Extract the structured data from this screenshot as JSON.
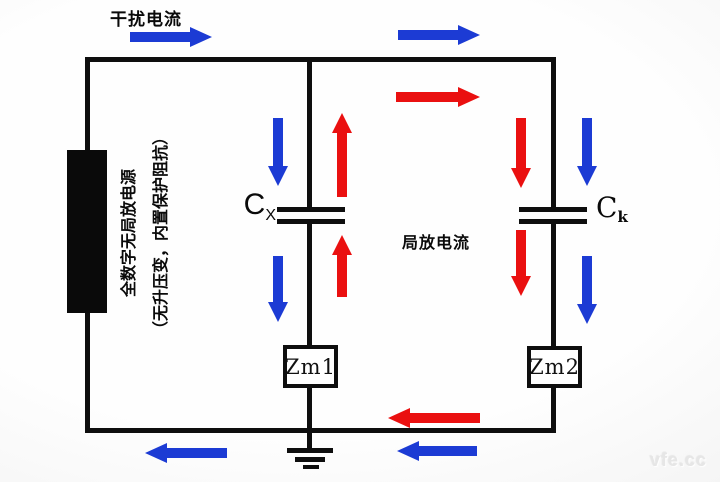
{
  "colors": {
    "wire": "#0e0e0e",
    "blue": "#1c3bd4",
    "red": "#ea1010",
    "background": "#f2f2f2",
    "watermark": "#e6e6e6"
  },
  "labels": {
    "interference_current": "干扰电流",
    "pd_current": "局放电流",
    "source_line1": "全数字无局放电源",
    "source_line2": "（无升压变，内置保护阻抗）",
    "cap_x_main": "C",
    "cap_x_sub": "X",
    "cap_k_main": "C",
    "cap_k_sub": "k",
    "zm1": "Zm1",
    "zm2": "Zm2",
    "watermark": "vfe.cc"
  },
  "arrows": [
    {
      "name": "interference-inflow",
      "color": "blue",
      "direction": "right",
      "location": "top-left-outside"
    },
    {
      "name": "interference-top",
      "color": "blue",
      "direction": "right",
      "location": "top-right-outside"
    },
    {
      "name": "pd-top",
      "color": "red",
      "direction": "right",
      "location": "inside-top"
    },
    {
      "name": "interference-cx-upper",
      "color": "blue",
      "direction": "down",
      "location": "left-of-cx-above"
    },
    {
      "name": "pd-cx-upper",
      "color": "red",
      "direction": "up",
      "location": "right-of-cx-above"
    },
    {
      "name": "interference-cx-lower",
      "color": "blue",
      "direction": "down",
      "location": "left-of-cx-below"
    },
    {
      "name": "pd-cx-lower",
      "color": "red",
      "direction": "up",
      "location": "right-of-cx-below"
    },
    {
      "name": "pd-ck-upper",
      "color": "red",
      "direction": "down",
      "location": "left-of-ck-above"
    },
    {
      "name": "interference-ck-upper",
      "color": "blue",
      "direction": "down",
      "location": "right-of-ck-above"
    },
    {
      "name": "pd-ck-lower",
      "color": "red",
      "direction": "down",
      "location": "left-of-ck-below"
    },
    {
      "name": "interference-ck-lower",
      "color": "blue",
      "direction": "down",
      "location": "right-of-ck-below"
    },
    {
      "name": "pd-bottom",
      "color": "red",
      "direction": "left",
      "location": "inside-bottom"
    },
    {
      "name": "interference-bottom-mid",
      "color": "blue",
      "direction": "left",
      "location": "below-bottom-wire-right"
    },
    {
      "name": "interference-bottom-left",
      "color": "blue",
      "direction": "left",
      "location": "below-bottom-wire-left"
    }
  ]
}
